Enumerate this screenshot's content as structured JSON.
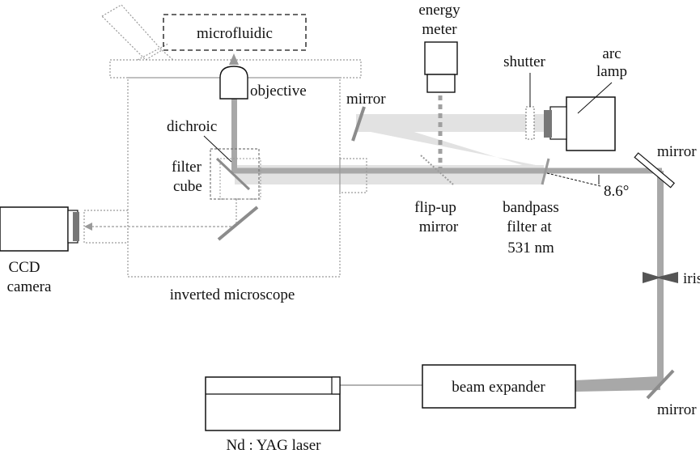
{
  "labels": {
    "microfluidic": "microfluidic",
    "objective": "objective",
    "dichroic": "dichroic",
    "filter_cube_line1": "filter",
    "filter_cube_line2": "cube",
    "ccd_line1": "CCD",
    "ccd_line2": "camera",
    "inverted_microscope": "inverted microscope",
    "energy_meter_line1": "energy",
    "energy_meter_line2": "meter",
    "mirror_top": "mirror",
    "shutter": "shutter",
    "arc_lamp_line1": "arc",
    "arc_lamp_line2": "lamp",
    "mirror_right": "mirror",
    "angle": "8.6°",
    "flip_up_line1": "flip-up",
    "flip_up_line2": "mirror",
    "bandpass_line1": "bandpass",
    "bandpass_line2": "filter at",
    "bandpass_line3": "531 nm",
    "iris": "iris",
    "beam_expander": "beam expander",
    "mirror_bottom": "mirror",
    "laser": "Nd : YAG laser"
  },
  "colors": {
    "laser_beam": "#a8a8a8",
    "lamp_beam": "#e2e2e2",
    "outline": "#111111",
    "dotted": "#9a9a9a",
    "mirror": "#8c8c8c"
  }
}
